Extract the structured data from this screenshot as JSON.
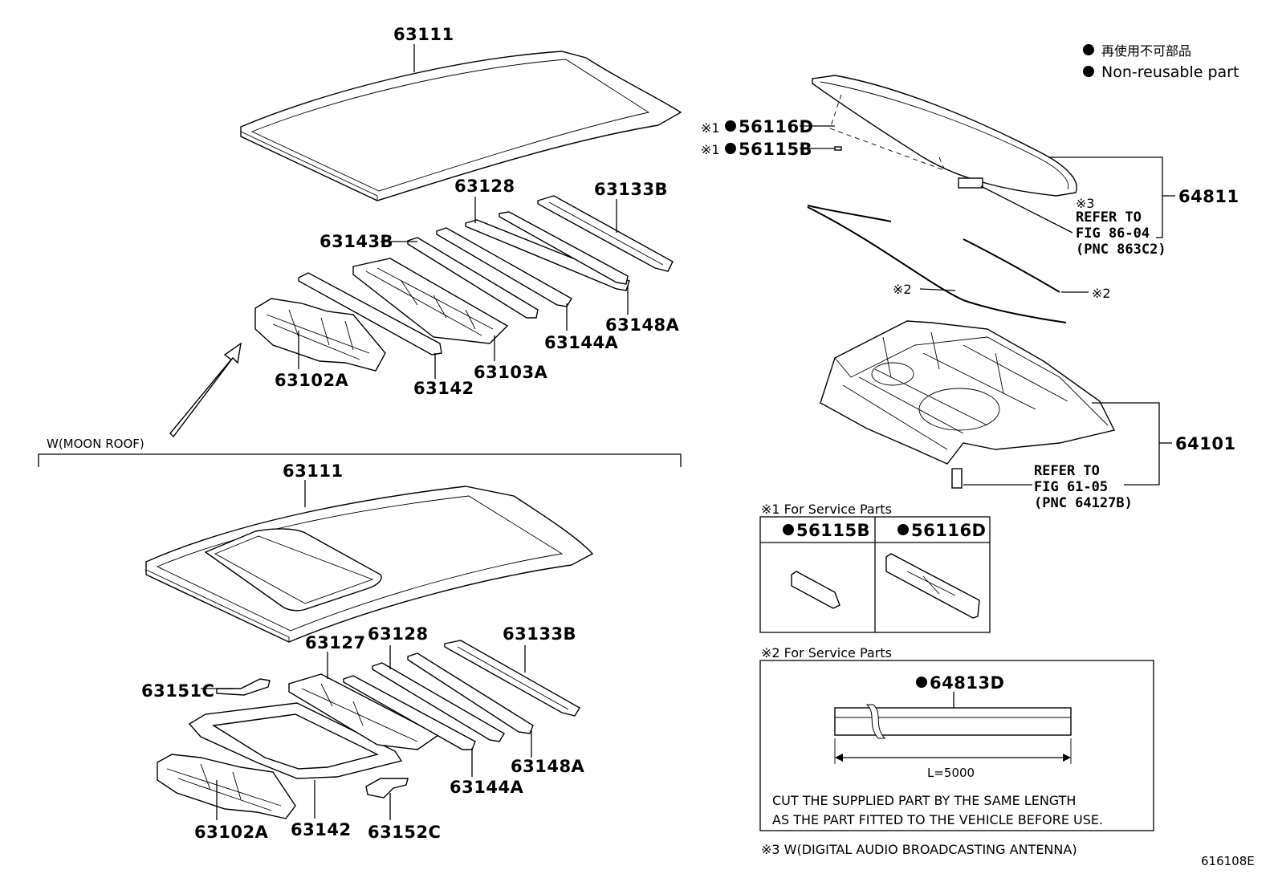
{
  "legend": {
    "line1": "再使用不可部品",
    "line2": "Non-reusable part"
  },
  "labels": {
    "top_roof": "63111",
    "top_63128": "63128",
    "top_63133B": "63133B",
    "top_63143B": "63143B",
    "top_63102A": "63102A",
    "top_63142": "63142",
    "top_63103A": "63103A",
    "top_63144A": "63144A",
    "top_63148A": "63148A",
    "moon_roof_note": "W(MOON ROOF)",
    "mr_roof": "63111",
    "mr_63127": "63127",
    "mr_63128": "63128",
    "mr_63133B": "63133B",
    "mr_63151C": "63151C",
    "mr_63148A": "63148A",
    "mr_63144A": "63144A",
    "mr_63102A": "63102A",
    "mr_63142": "63142",
    "mr_63152C": "63152C",
    "p_56116D": "56116D",
    "p_56115B": "56115B",
    "mark1a": "※1",
    "mark1b": "※1",
    "p_64811": "64811",
    "mark3": "※3",
    "ref3_1": "REFER TO",
    "ref3_2": "FIG 86-04",
    "ref3_3": "(PNC 863C2)",
    "mark2a": "※2",
    "mark2b": "※2",
    "p_64101": "64101",
    "ref_1": "REFER TO",
    "ref_2": "FIG 61-05",
    "ref_3": "(PNC 64127B)"
  },
  "service1": {
    "title": "※1 For Service Parts",
    "col1": "56115B",
    "col2": "56116D"
  },
  "service2": {
    "title": "※2 For Service Parts",
    "part": "64813D",
    "length": "L=5000",
    "note1": "CUT THE SUPPLIED PART BY THE SAME LENGTH",
    "note2": "AS THE PART FITTED TO THE VEHICLE BEFORE USE."
  },
  "footnote3": "※3 W(DIGITAL AUDIO BROADCASTING ANTENNA)",
  "figure_id": "616108E"
}
